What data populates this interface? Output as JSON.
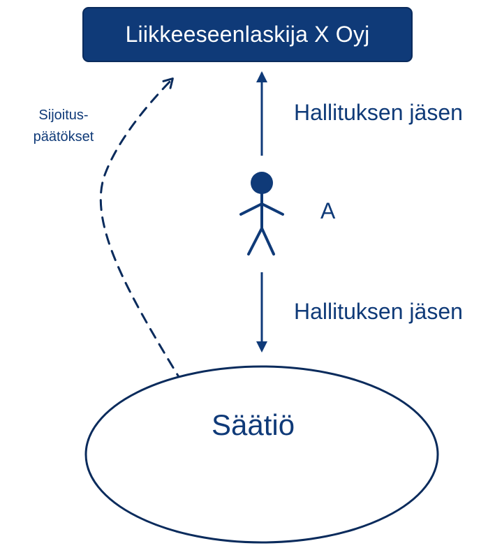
{
  "company": {
    "label": "Liikkeeseenlaskija X Oyj"
  },
  "foundation": {
    "label": "Säätiö"
  },
  "person": {
    "label": "A"
  },
  "relations": {
    "board_member_top": "Hallituksen jäsen",
    "board_member_bottom": "Hallituksen jäsen"
  },
  "investment_decisions": {
    "line1": "Sijoitus-",
    "line2": "päätökset"
  },
  "colors": {
    "primary": "#0f3a78",
    "box_border": "#0a2b5c",
    "ellipse_fill": "#ffffff",
    "ellipse_stroke": "#0a2b5c",
    "text_on_primary": "#ffffff"
  }
}
